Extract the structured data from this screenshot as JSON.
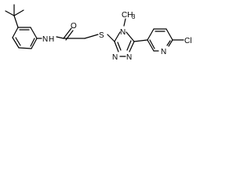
{
  "molecule": {
    "atoms": {
      "amide_n": "N",
      "amide_h": "H",
      "carbonyl_o": "O",
      "sulfur": "S",
      "triazole_n4": "N",
      "triazole_n1": "N",
      "triazole_n2": "N",
      "methyl": "CH",
      "methyl_sub": "3",
      "pyridine_n": "N",
      "chlorine": "Cl"
    },
    "colors": {
      "bonds": "#000000",
      "labels": "#000000",
      "background": "#ffffff"
    }
  }
}
